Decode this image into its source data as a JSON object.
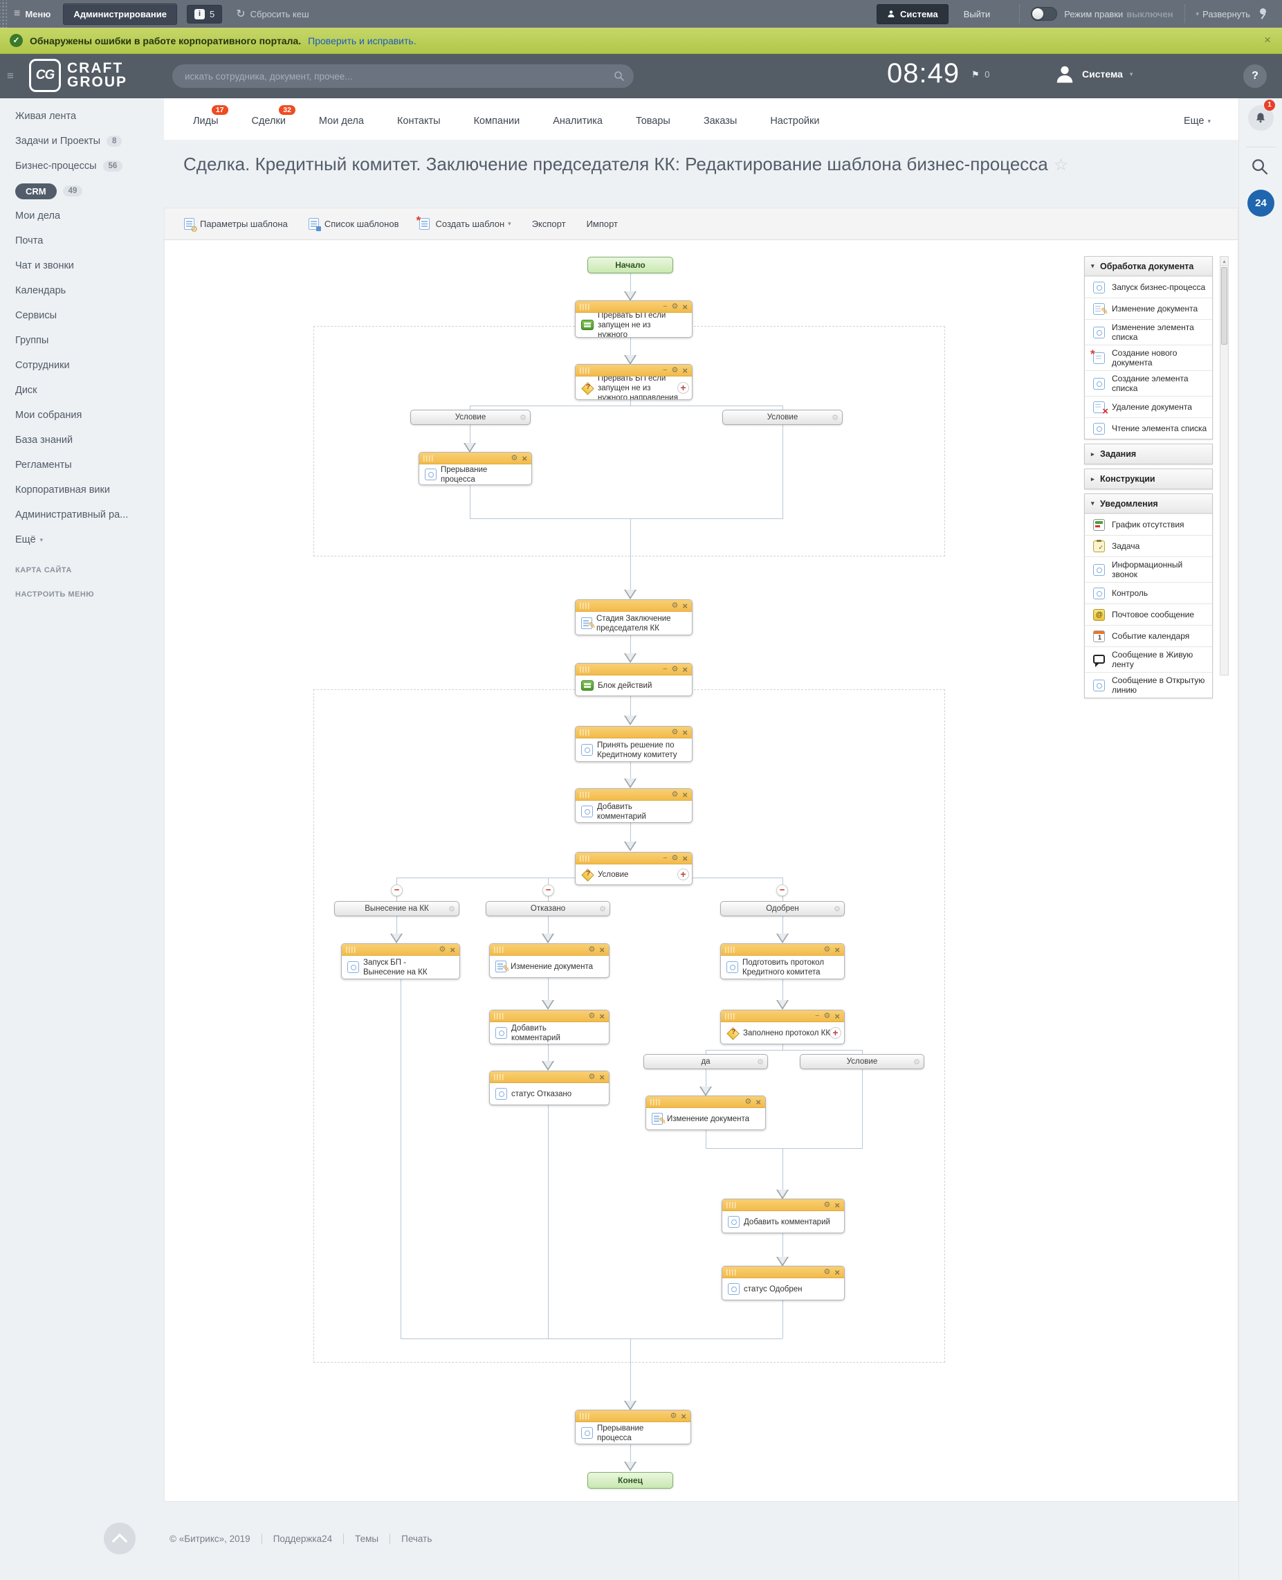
{
  "colors": {
    "topbar_bg": "#666e79",
    "alert_bg": "#b9cd55",
    "header_bg": "#545c66",
    "node_header": "#f5c75f",
    "green_node": "#d9efc4",
    "badge_red": "#ee4c22",
    "b24_blue": "#1f66ae",
    "link_blue": "#1b5bbf",
    "connector": "#b6c7d6"
  },
  "glyphs": {
    "caret_down": "▾",
    "star": "☆",
    "check": "✓",
    "close": "×",
    "minus": "−",
    "plus": "+",
    "gear": "⚙",
    "question": "?",
    "hamburger": "≡",
    "flag": "⚑",
    "refresh": "↻",
    "up_arrow": "▴",
    "info": "i"
  },
  "topbar": {
    "menu": "Меню",
    "admin": "Администрирование",
    "info_count": "5",
    "clear_cache": "Сбросить кеш",
    "system": "Система",
    "logout": "Выйти",
    "edit_mode": "Режим правки",
    "edit_mode_state": "выключен",
    "expand": "Развернуть"
  },
  "alert": {
    "text": "Обнаружены ошибки в работе корпоративного портала.",
    "link": "Проверить и исправить."
  },
  "header": {
    "logo_line1": "CRAFT",
    "logo_line2": "GROUP",
    "logo_monogram": "CG",
    "search_placeholder": "искать сотрудника, документ, прочее...",
    "time": "08:49",
    "flag_count": "0",
    "user": "Система",
    "help": "?"
  },
  "rail": {
    "bell_badge": "1",
    "b24": "24"
  },
  "nav": {
    "tabs": [
      {
        "label": "Лиды",
        "badge": "17"
      },
      {
        "label": "Сделки",
        "badge": "32"
      },
      {
        "label": "Мои дела"
      },
      {
        "label": "Контакты"
      },
      {
        "label": "Компании"
      },
      {
        "label": "Аналитика"
      },
      {
        "label": "Товары"
      },
      {
        "label": "Заказы"
      },
      {
        "label": "Настройки"
      }
    ],
    "more": "Еще"
  },
  "page_title": "Сделка. Кредитный комитет. Заключение председателя КК: Редактирование шаблона бизнес-процесса",
  "sidebar": {
    "items": [
      {
        "label": "Живая лента"
      },
      {
        "label": "Задачи и Проекты",
        "badge": "8"
      },
      {
        "label": "Бизнес-процессы",
        "badge": "56"
      },
      {
        "label": "CRM",
        "badge": "49",
        "active": true
      },
      {
        "label": "Мои дела"
      },
      {
        "label": "Почта"
      },
      {
        "label": "Чат и звонки"
      },
      {
        "label": "Календарь"
      },
      {
        "label": "Сервисы"
      },
      {
        "label": "Группы"
      },
      {
        "label": "Сотрудники"
      },
      {
        "label": "Диск"
      },
      {
        "label": "Мои собрания"
      },
      {
        "label": "База знаний"
      },
      {
        "label": "Регламенты"
      },
      {
        "label": "Корпоративная вики"
      },
      {
        "label": "Административный ра..."
      },
      {
        "label": "Ещё",
        "caret": "▾"
      }
    ],
    "footer_links": [
      "КАРТА САЙТА",
      "НАСТРОИТЬ МЕНЮ"
    ]
  },
  "toolbar": {
    "template_params": "Параметры шаблона",
    "template_list": "Список шаблонов",
    "create_template": "Создать шаблон",
    "export": "Экспорт",
    "import": "Импорт"
  },
  "palette": {
    "sections": [
      {
        "title": "Обработка документа",
        "arrow": "▾",
        "items": [
          {
            "icon": "generic",
            "label": "Запуск бизнес-процесса"
          },
          {
            "icon": "edit",
            "label": "Изменение документа"
          },
          {
            "icon": "generic",
            "label": "Изменение элемента списка"
          },
          {
            "icon": "newdoc",
            "label": "Создание нового документа"
          },
          {
            "icon": "generic",
            "label": "Создание элемента списка"
          },
          {
            "icon": "deldoc",
            "label": "Удаление документа"
          },
          {
            "icon": "generic",
            "label": "Чтение элемента списка"
          }
        ]
      },
      {
        "title": "Задания",
        "arrow": "▸",
        "items": []
      },
      {
        "title": "Конструкции",
        "arrow": "▸",
        "items": []
      },
      {
        "title": "Уведомления",
        "arrow": "▾",
        "items": [
          {
            "icon": "absence",
            "label": "График отсутствия"
          },
          {
            "icon": "task",
            "label": "Задача"
          },
          {
            "icon": "generic",
            "label": "Информационный звонок"
          },
          {
            "icon": "generic",
            "label": "Контроль"
          },
          {
            "icon": "mail",
            "label": "Почтовое сообщение"
          },
          {
            "icon": "calendar",
            "label": "Событие календаря"
          },
          {
            "icon": "chat",
            "label": "Сообщение в Живую ленту"
          },
          {
            "icon": "generic",
            "label": "Сообщение в Открытую линию"
          }
        ]
      }
    ]
  },
  "diagram": {
    "nodes": {
      "start": "Начало",
      "interrupt_block": "Прервать БП если запущен не из нужного",
      "interrupt_cond": "Прервать БП если запущен не из нужного направления",
      "terminate1": "Прерывание процесса",
      "stage": "Стадия Заключение председателя КК",
      "actions_block": "Блок действий",
      "decision": "Принять решение по Кредитному комитету",
      "comment1": "Добавить комментарий",
      "condition": "Условие",
      "start_bp": "Запуск БП - Вынесение на КК",
      "edit_doc1": "Изменение документа",
      "comment2": "Добавить комментарий",
      "status_declined": "статус Отказано",
      "protocol": "Подготовить протокол Кредитного комитета",
      "protocol_cond": "Заполнено протокол КК",
      "edit_doc2": "Изменение документа",
      "comment3": "Добавить комментарий",
      "status_approved": "статус Одобрен",
      "terminate2": "Прерывание процесса",
      "end": "Конец"
    },
    "branches": {
      "cond_left": "Условие",
      "cond_right": "Условие",
      "submit": "Вынесение на КК",
      "declined": "Отказано",
      "approved": "Одобрен",
      "yes": "да",
      "cond2": "Условие"
    }
  },
  "footer": {
    "copyright": "© «Битрикс», 2019",
    "links": [
      "Поддержка24",
      "Темы",
      "Печать"
    ]
  }
}
